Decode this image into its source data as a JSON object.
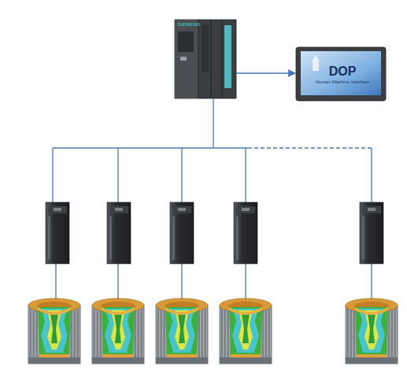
{
  "diagram": {
    "nodes": [
      {
        "text": [
          "SIEMENS"
        ]
      },
      {
        "text": [
          "DOP",
          "Human Machine Interface"
        ]
      }
    ],
    "edges": [
      {
        "from": 0,
        "to": 1,
        "arrow": "to"
      }
    ]
  }
}
